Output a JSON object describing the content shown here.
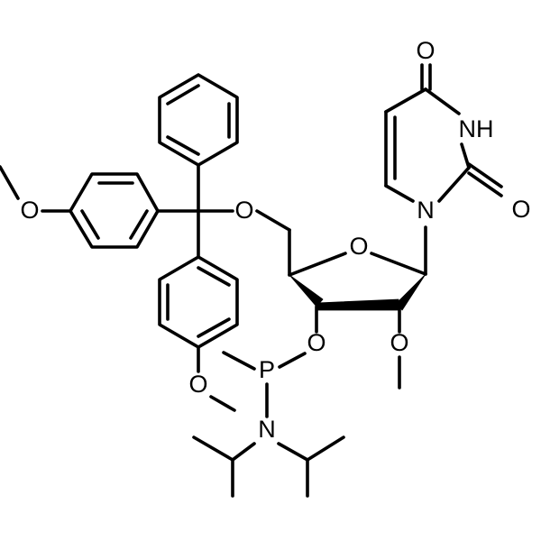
{
  "atom_labels": {
    "oxygen_uracil_carbonyl_top": "O",
    "nh_uracil": "NH",
    "oxygen_uracil_carbonyl_right": "O",
    "nitrogen_uracil": "N",
    "oxygen_ring": "O",
    "oxygen_5prime": "O",
    "oxygen_methoxy_left": "O",
    "oxygen_methoxy_bottom": "O",
    "oxygen_3prime": "O",
    "oxygen_2prime_methoxy": "O",
    "phosphorus": "P",
    "nitrogen_amine": "N"
  },
  "colors": {
    "bond": "#000000",
    "background": "#ffffff"
  }
}
